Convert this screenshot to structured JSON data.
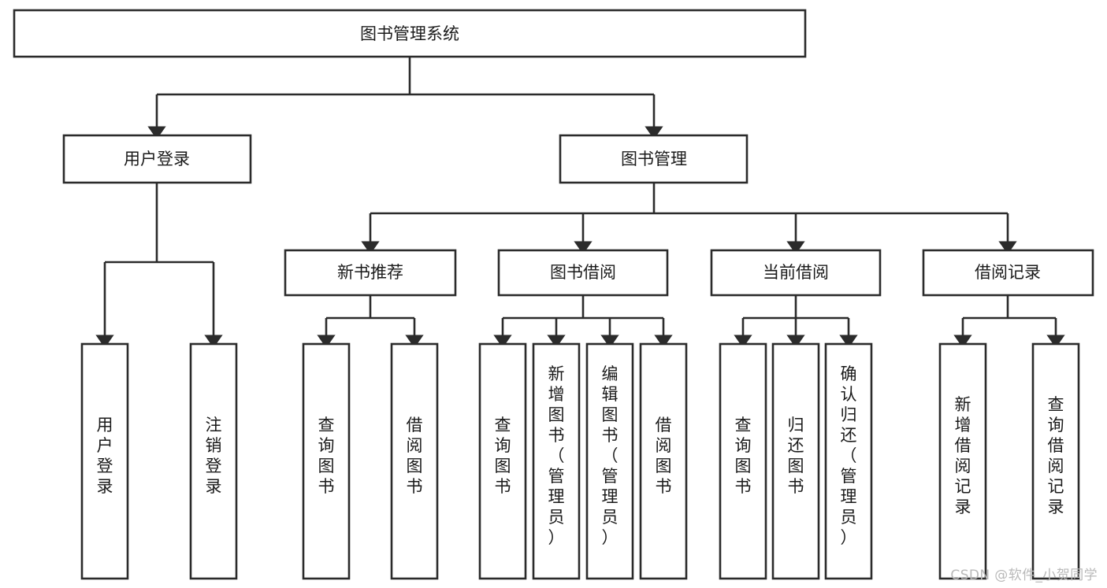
{
  "diagram": {
    "type": "tree-hierarchy",
    "title": "图书管理系统",
    "watermark": "CSDN @软件_小贺同学",
    "colors": {
      "background": "#ffffff",
      "box_fill": "#ffffff",
      "box_stroke": "#2b2b2b",
      "text": "#1a1a1a",
      "watermark": "#b9b9b9"
    },
    "levels": {
      "root": {
        "label": "图书管理系统"
      },
      "level2": [
        {
          "label": "用户登录"
        },
        {
          "label": "图书管理"
        }
      ],
      "level3": [
        {
          "label": "新书推荐"
        },
        {
          "label": "图书借阅"
        },
        {
          "label": "当前借阅"
        },
        {
          "label": "借阅记录"
        }
      ],
      "leaves_user_login": [
        {
          "label": "用户登录"
        },
        {
          "label": "注销登录"
        }
      ],
      "leaves_new_book": [
        {
          "label": "查询图书"
        },
        {
          "label": "借阅图书"
        }
      ],
      "leaves_borrow": [
        {
          "label": "查询图书"
        },
        {
          "label": "新增图书（管理员）"
        },
        {
          "label": "编辑图书（管理员）"
        },
        {
          "label": "借阅图书"
        }
      ],
      "leaves_current": [
        {
          "label": "查询图书"
        },
        {
          "label": "归还图书"
        },
        {
          "label": "确认归还（管理员）"
        }
      ],
      "leaves_records": [
        {
          "label": "新增借阅记录"
        },
        {
          "label": "查询借阅记录"
        }
      ]
    }
  }
}
